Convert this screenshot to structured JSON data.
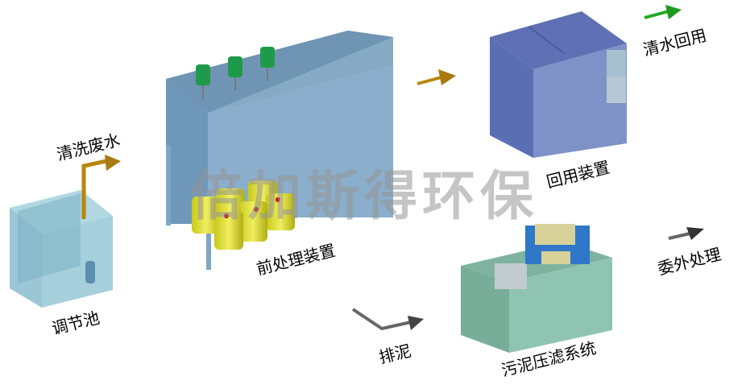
{
  "diagram": {
    "type": "process-flow",
    "watermark": "倍加斯得环保",
    "nodes": [
      {
        "id": "equalization-tank",
        "label": "调节池",
        "color": "#8fc3d3"
      },
      {
        "id": "pretreatment-unit",
        "label": "前处理装置",
        "color": "#7ea3bf"
      },
      {
        "id": "reuse-unit",
        "label": "回用装置",
        "color": "#6f7fbf"
      },
      {
        "id": "sludge-filter-press-system",
        "label": "污泥压滤系统",
        "color": "#8fbfb0"
      }
    ],
    "flows": [
      {
        "id": "wash-wastewater",
        "label": "清洗废水",
        "color": "#b8860b"
      },
      {
        "id": "to-reuse",
        "label": "",
        "color": "#b8860b"
      },
      {
        "id": "clean-water-reuse",
        "label": "清水回用",
        "color": "#22aa22"
      },
      {
        "id": "sludge-discharge",
        "label": "排泥",
        "color": "#555555"
      },
      {
        "id": "outsourced-disposal",
        "label": "委外处理",
        "color": "#555555"
      }
    ]
  }
}
